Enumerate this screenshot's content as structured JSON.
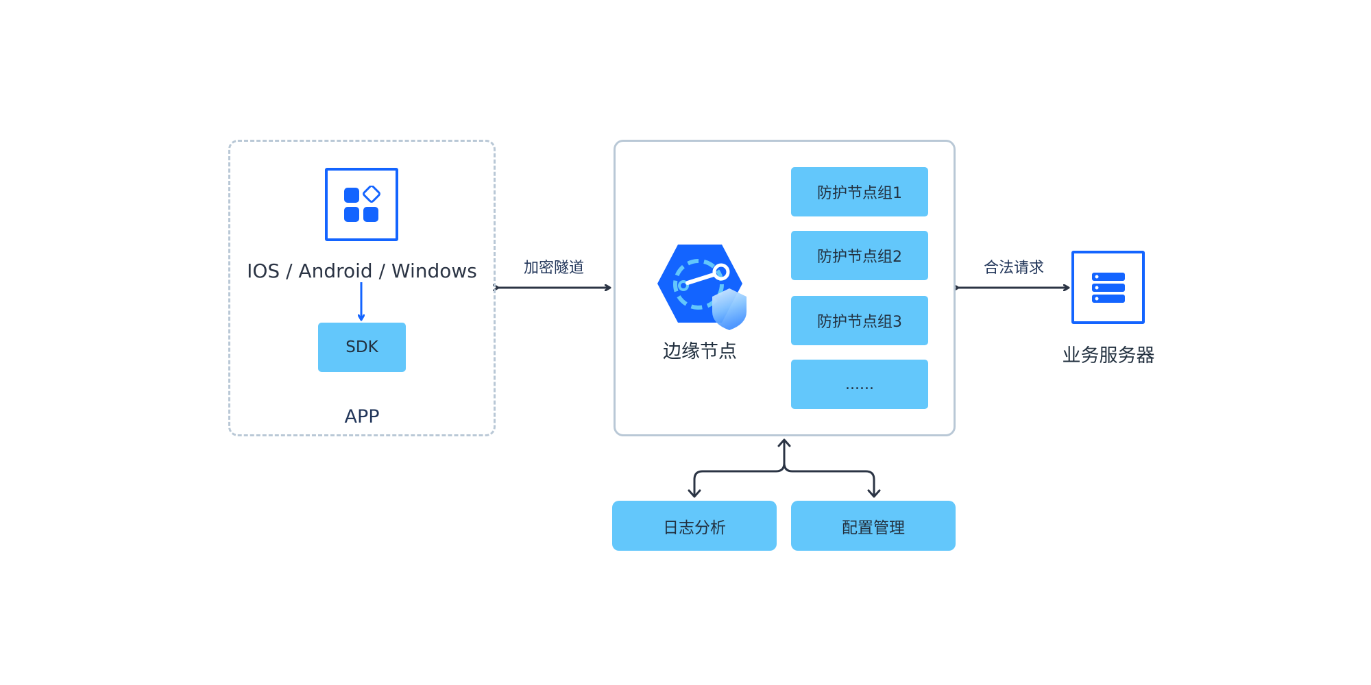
{
  "app_panel": {
    "platforms": "IOS / Android / Windows",
    "sdk": "SDK",
    "label": "APP"
  },
  "connectors": {
    "tunnel": "加密隧道",
    "legit": "合法请求"
  },
  "edge": {
    "label": "边缘节点",
    "groups": [
      "防护节点组1",
      "防护节点组2",
      "防护节点组3",
      "......"
    ]
  },
  "server": {
    "label": "业务服务器"
  },
  "bottom": {
    "log": "日志分析",
    "config": "配置管理"
  },
  "colors": {
    "accent": "#1364ff",
    "box_fill": "#63c7fb",
    "border": "#b9c8d6",
    "arrow": "#2b3444"
  },
  "icons": {
    "app": "app-grid-icon",
    "edge": "edge-node-shield-icon",
    "server": "server-stack-icon"
  }
}
